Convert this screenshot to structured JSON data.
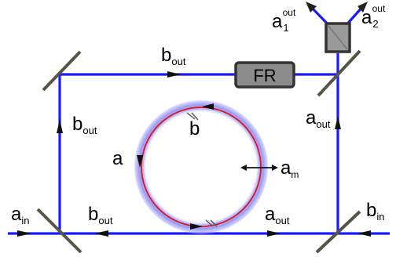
{
  "labels": {
    "b_top": {
      "base": "b",
      "sub": "out"
    },
    "b_left": {
      "base": "b",
      "sub": "out"
    },
    "b_bottom": {
      "base": "b",
      "sub": "out"
    },
    "b_in": {
      "base": "b",
      "sub": "in"
    },
    "a_in": {
      "base": "a",
      "sub": "in"
    },
    "a_out_bottom": {
      "base": "a",
      "sub": "out"
    },
    "a_out_right": {
      "base": "a",
      "sub": "out"
    },
    "a1_out": {
      "base": "a",
      "sub": "1",
      "sup": "out"
    },
    "a2_out": {
      "base": "a",
      "sub": "2",
      "sup": "out"
    },
    "a_m": {
      "base": "a",
      "sub": "m"
    },
    "ring_a": "a",
    "ring_b": "b",
    "fr": "FR"
  },
  "colors": {
    "beam": "#1a1aff",
    "mirror": "#555544",
    "ring_glow": "#b8b8ff",
    "ring_red": "#e01515",
    "fr_fill": "#8c8c8c",
    "pbs_fill": "#9a9a9a"
  }
}
